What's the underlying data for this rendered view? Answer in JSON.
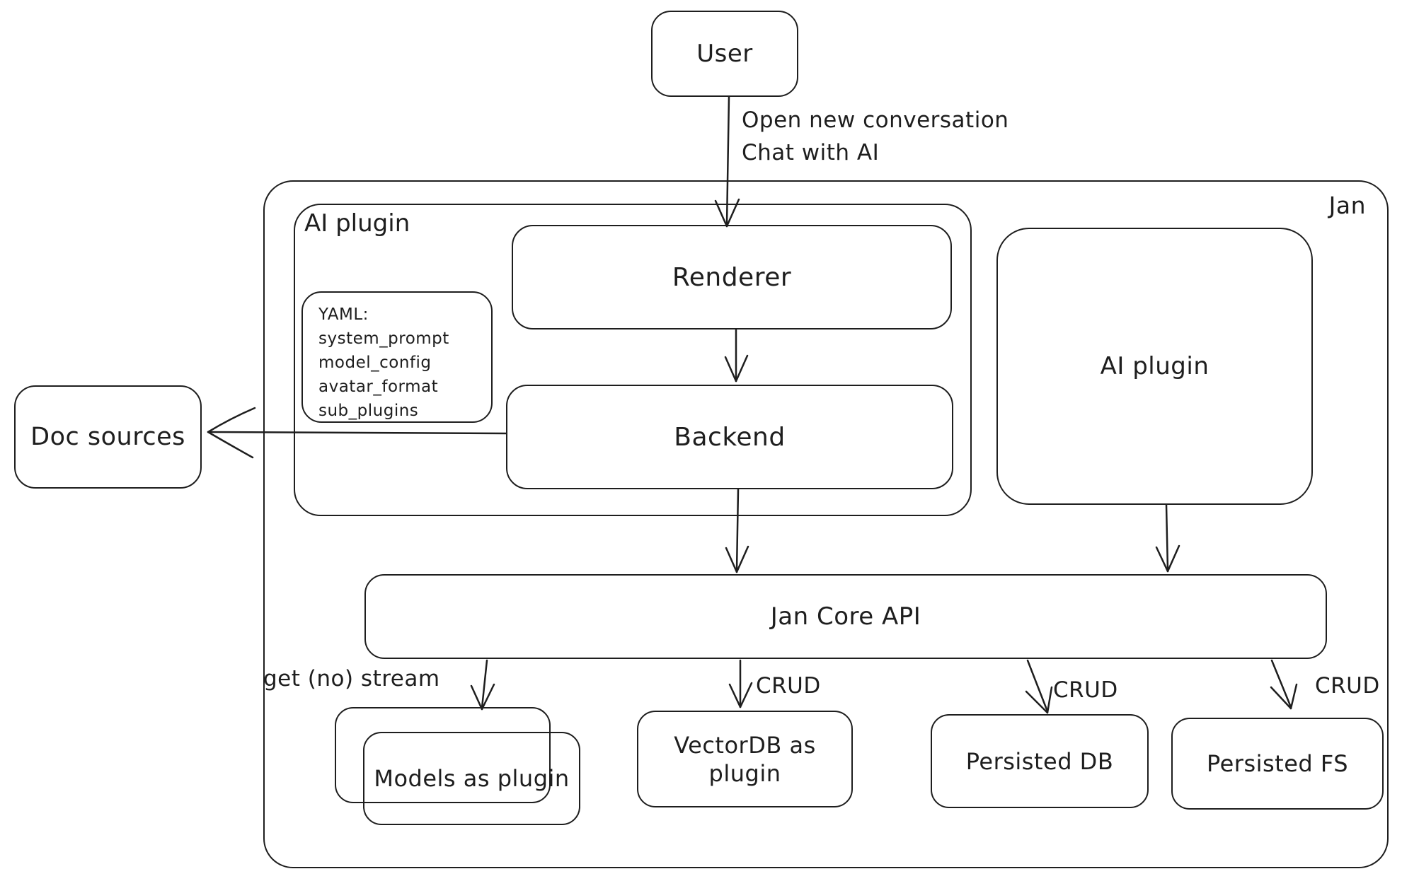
{
  "nodes": {
    "user": "User",
    "jan": "Jan",
    "ai_plugin_container": "AI plugin",
    "renderer": "Renderer",
    "backend": "Backend",
    "yaml_note": {
      "title": "YAML:",
      "lines": [
        "system_prompt",
        "model_config",
        "avatar_format",
        "sub_plugins"
      ]
    },
    "ai_plugin_right": "AI plugin",
    "doc_sources": "Doc sources",
    "jan_core_api": "Jan Core API",
    "models_as_plugin": "Models as plugin",
    "vectordb_as_plugin": "VectorDB as plugin",
    "persisted_db": "Persisted DB",
    "persisted_fs": "Persisted FS"
  },
  "edge_labels": {
    "open_conversation": "Open new conversation",
    "chat_with_ai": "Chat with AI",
    "get_no_stream": "get (no) stream",
    "crud_vectordb": "CRUD",
    "crud_persisted_db": "CRUD",
    "crud_persisted_fs": "CRUD"
  },
  "colors": {
    "stroke": "#1e1e1e",
    "canvas_background": "#ffffff"
  }
}
